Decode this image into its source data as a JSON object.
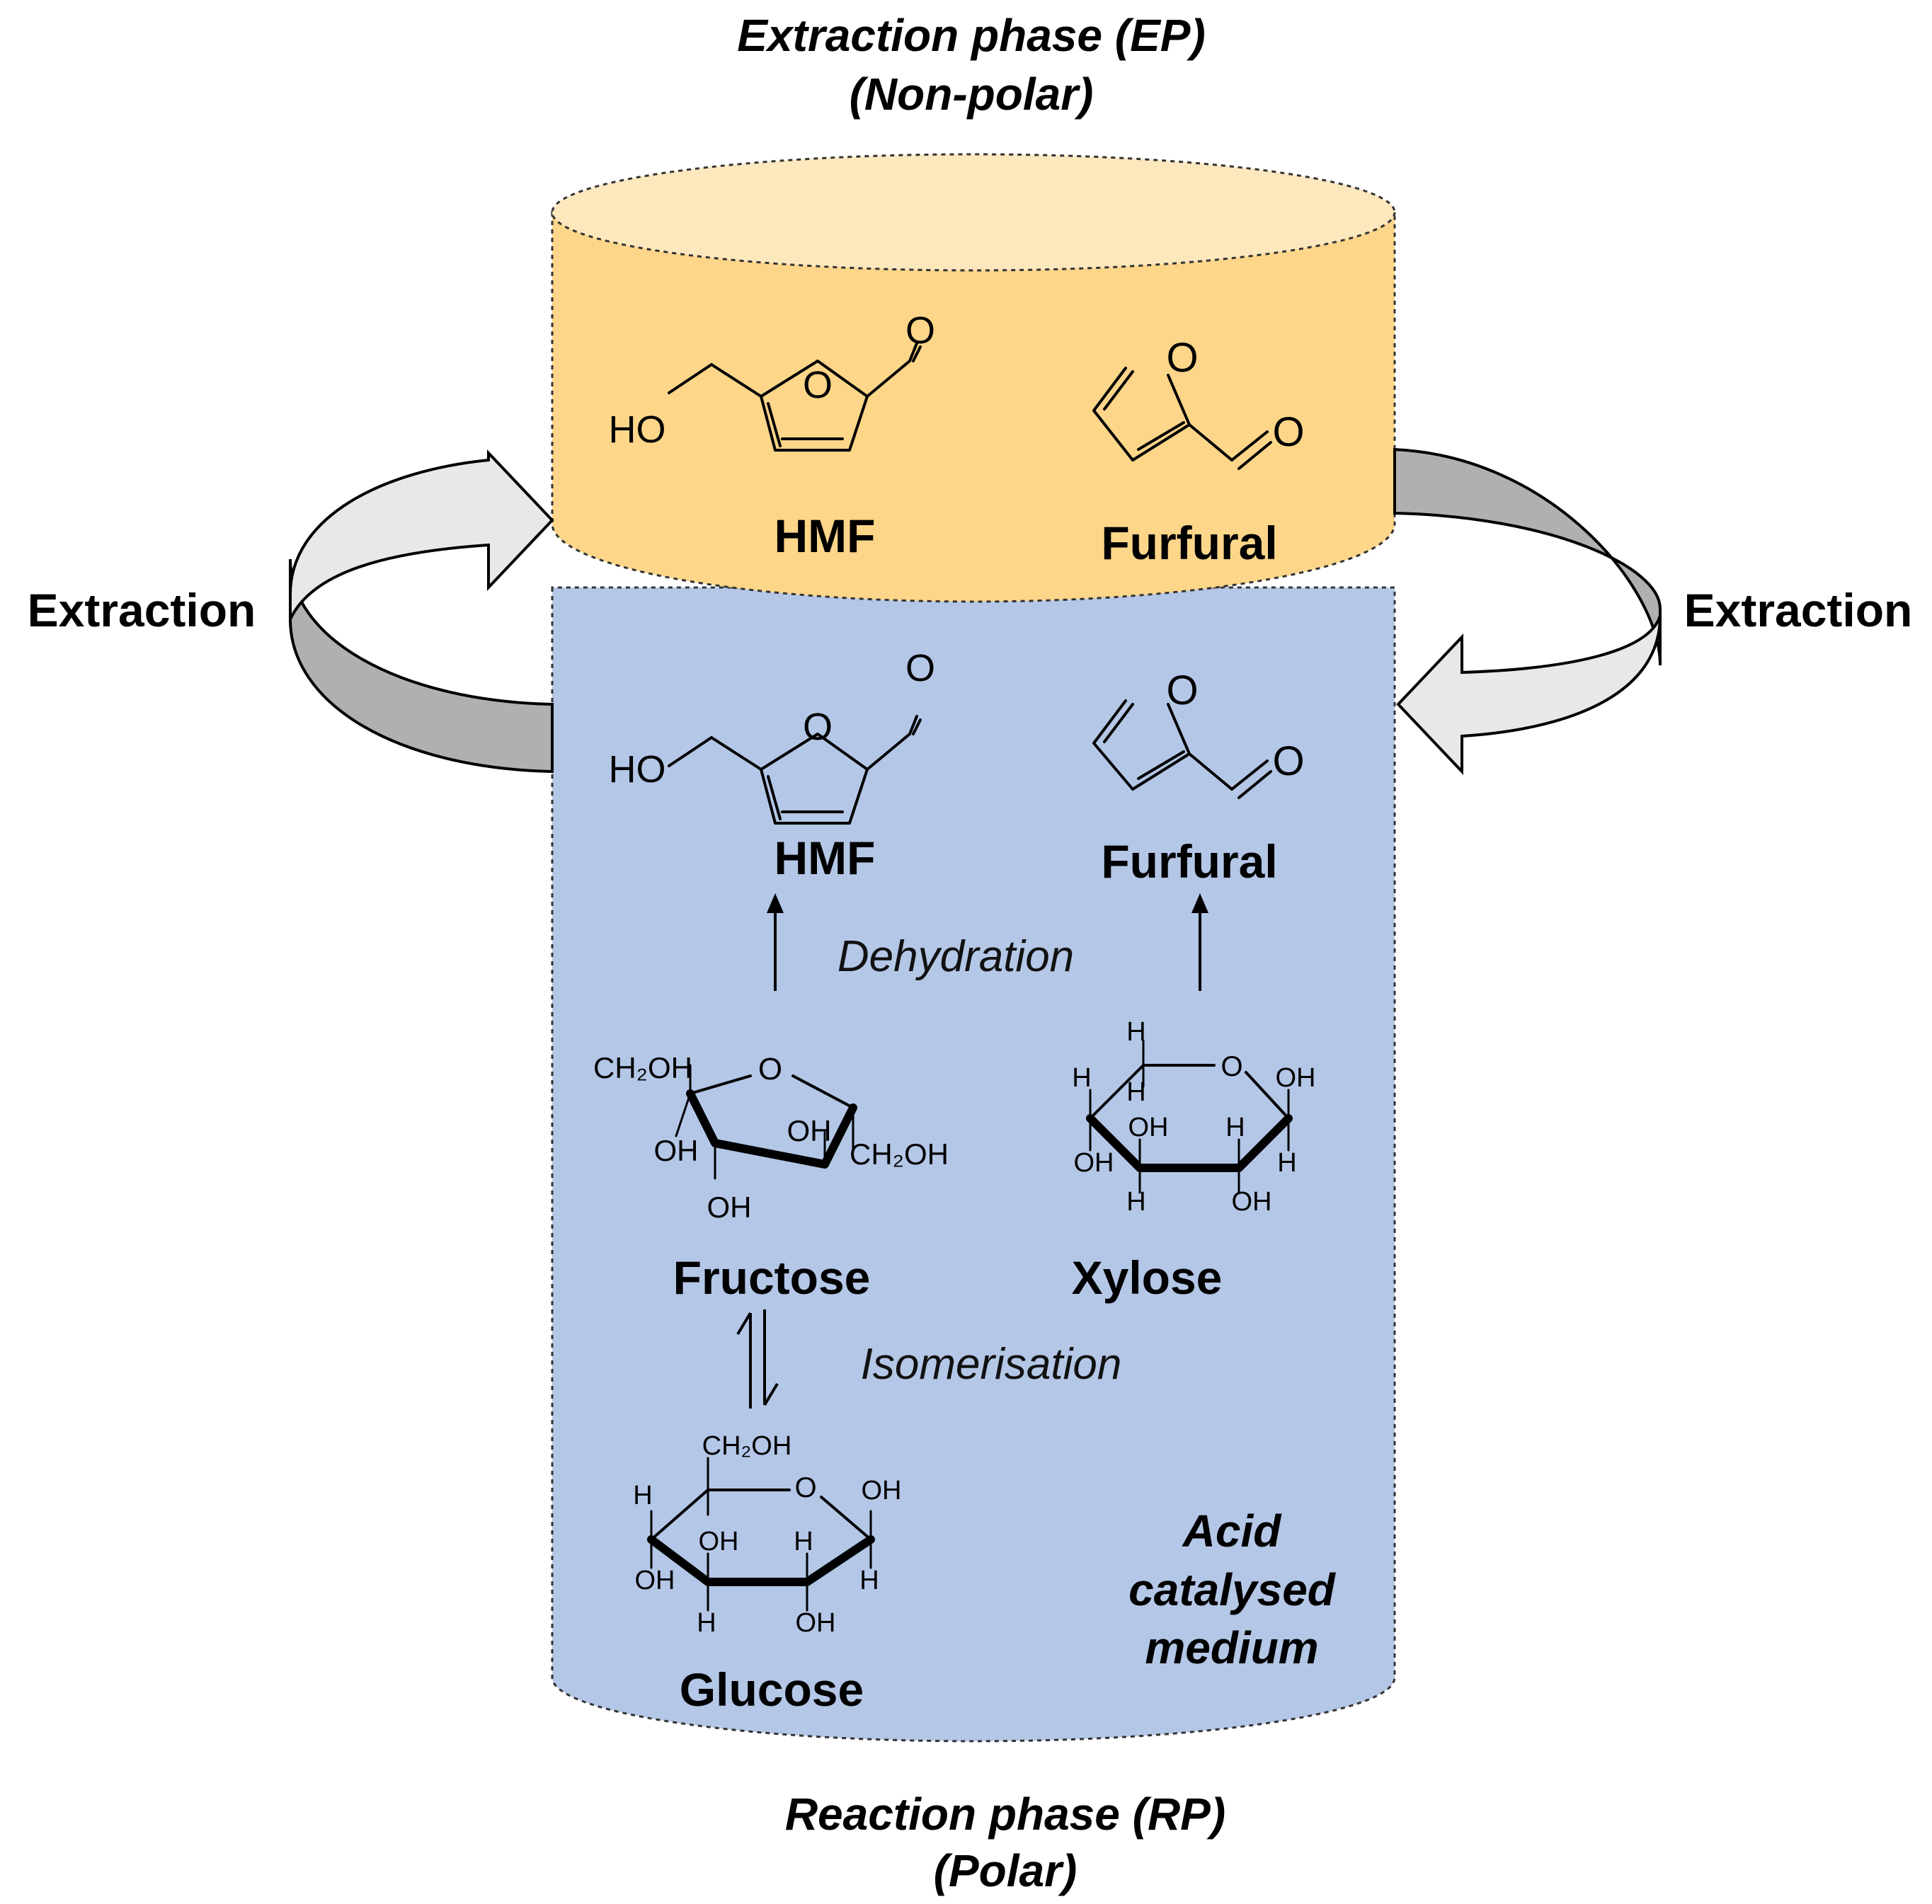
{
  "colors": {
    "extraction_phase": "#fdd68a",
    "extraction_top": "#fde8be",
    "reaction_phase": "#b4c7e7",
    "arrow_light": "#e8e8e8",
    "arrow_dark": "#b0b0b0"
  },
  "extraction_phase": {
    "title": "Extraction phase (EP)",
    "subtitle": "(Non-polar)",
    "hmf_label": "HMF",
    "furfural_label": "Furfural"
  },
  "reaction_phase": {
    "title": "Reaction phase (RP)",
    "subtitle": "(Polar)",
    "hmf_label": "HMF",
    "furfural_label": "Furfural",
    "dehydration_label": "Dehydration",
    "isomerisation_label": "Isomerisation",
    "fructose_label": "Fructose",
    "xylose_label": "Xylose",
    "glucose_label": "Glucose",
    "medium_line1": "Acid",
    "medium_line2": "catalysed",
    "medium_line3": "medium"
  },
  "extraction_left": "Extraction",
  "extraction_right": "Extraction",
  "atoms": {
    "oxygen": "O",
    "hydroxyl_left": "HO",
    "hydroxyl": "OH",
    "hydrogen": "H",
    "ch2oh": "CH₂OH"
  }
}
